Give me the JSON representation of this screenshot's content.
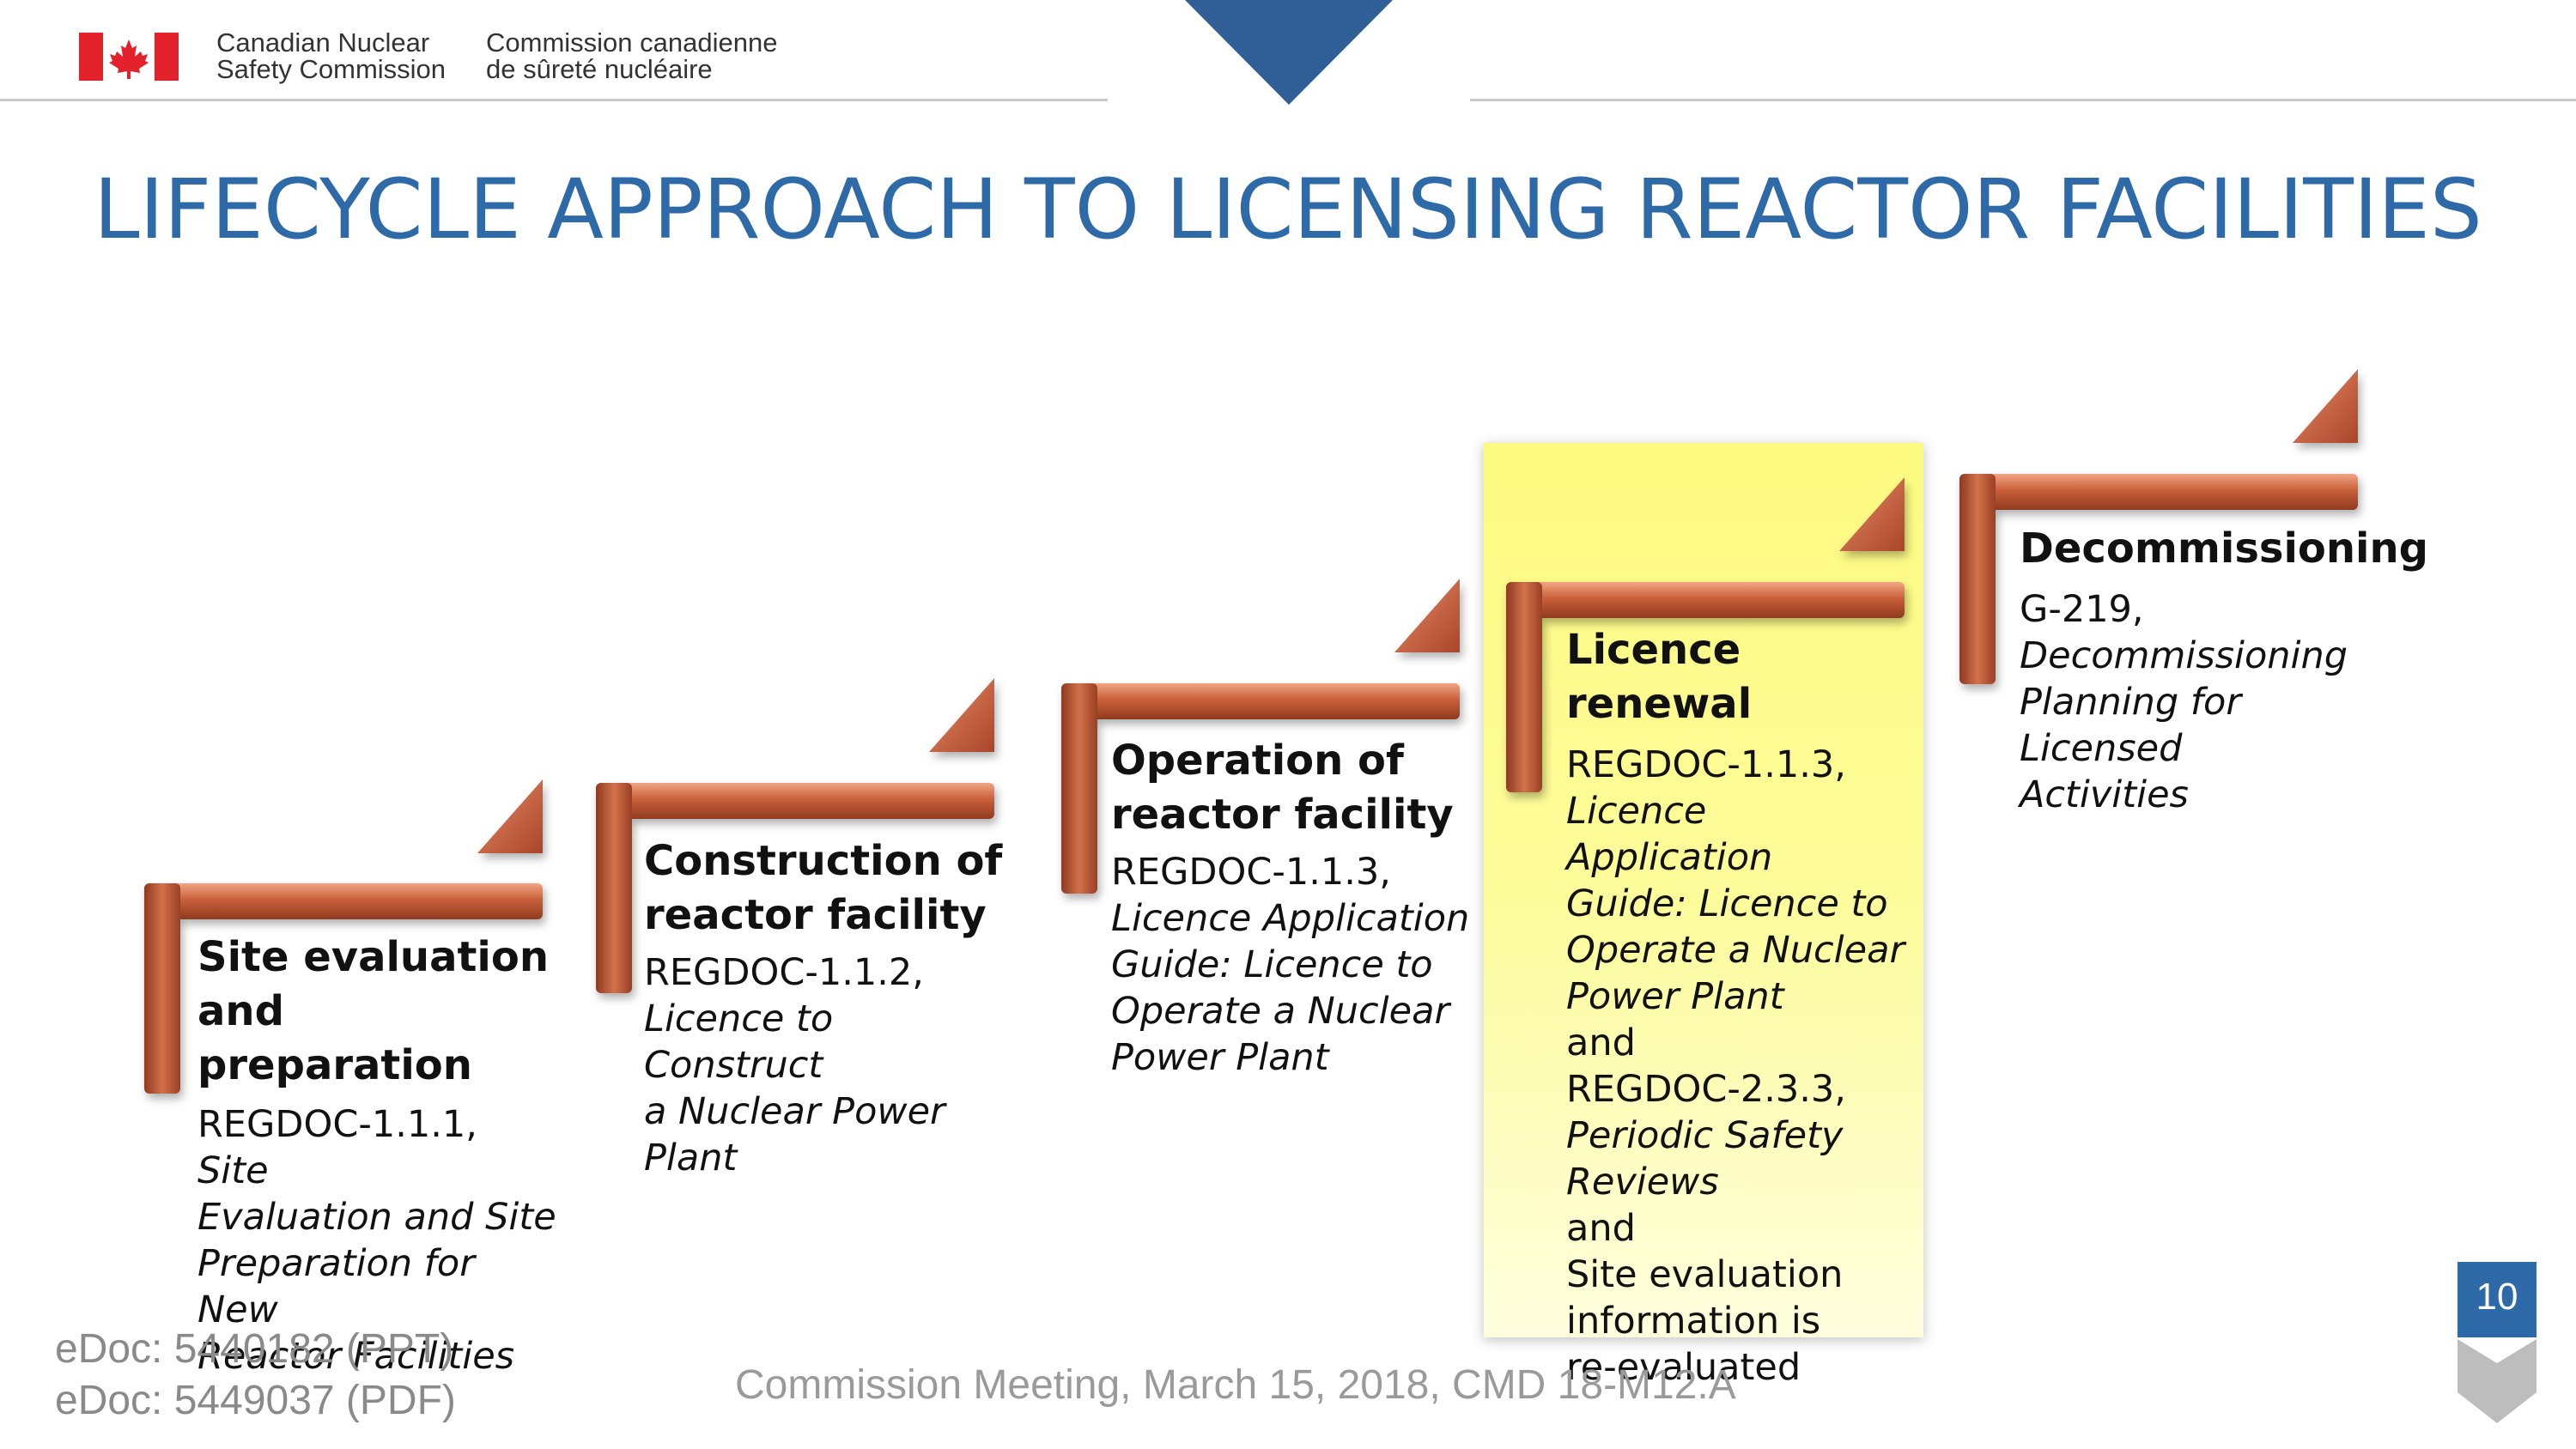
{
  "header": {
    "agency_en_line1": "Canadian Nuclear",
    "agency_en_line2": "Safety Commission",
    "agency_fr_line1": "Commission canadienne",
    "agency_fr_line2": "de sûreté nucléaire"
  },
  "title": "LIFECYCLE APPROACH TO LICENSING REACTOR FACILITIES",
  "steps": [
    {
      "title_lines": [
        "Site evaluation",
        "and preparation"
      ],
      "body": [
        {
          "ref": "REGDOC-1.1.1, ",
          "doc": "Site"
        },
        {
          "ref": "",
          "doc": "Evaluation and Site"
        },
        {
          "ref": "",
          "doc": "Preparation for New"
        },
        {
          "ref": "",
          "doc": "Reactor Facilities"
        }
      ]
    },
    {
      "title_lines": [
        "Construction of",
        "reactor facility"
      ],
      "body": [
        {
          "ref": "REGDOC-1.1.2,",
          "doc": ""
        },
        {
          "ref": "",
          "doc": "Licence to Construct"
        },
        {
          "ref": "",
          "doc": "a Nuclear Power"
        },
        {
          "ref": "",
          "doc": "Plant"
        }
      ]
    },
    {
      "title_lines": [
        "Operation of",
        "reactor facility"
      ],
      "body": [
        {
          "ref": "REGDOC-1.1.3,",
          "doc": ""
        },
        {
          "ref": "",
          "doc": "Licence Application"
        },
        {
          "ref": "",
          "doc": "Guide: Licence to"
        },
        {
          "ref": "",
          "doc": "Operate a Nuclear"
        },
        {
          "ref": "",
          "doc": "Power Plant"
        }
      ]
    },
    {
      "title_lines": [
        "Licence renewal"
      ],
      "body": [
        {
          "ref": "REGDOC-1.1.3,",
          "doc": ""
        },
        {
          "ref": "",
          "doc": "Licence Application"
        },
        {
          "ref": "",
          "doc": "Guide: Licence to"
        },
        {
          "ref": "",
          "doc": "Operate a Nuclear"
        },
        {
          "ref": "",
          "doc": "Power Plant"
        },
        {
          "ref": "and",
          "doc": ""
        },
        {
          "ref": "REGDOC-2.3.3,",
          "doc": ""
        },
        {
          "ref": "",
          "doc": "Periodic Safety"
        },
        {
          "ref": "",
          "doc": "Reviews"
        },
        {
          "ref": "and",
          "doc": ""
        },
        {
          "ref": "Site evaluation",
          "doc": ""
        },
        {
          "ref": "information is",
          "doc": ""
        },
        {
          "ref": "re-evaluated",
          "doc": ""
        }
      ]
    },
    {
      "title_lines": [
        "Decommissioning"
      ],
      "body": [
        {
          "ref": "G-219, ",
          "doc": "Decommissioning"
        },
        {
          "ref": "",
          "doc": "Planning for Licensed"
        },
        {
          "ref": "",
          "doc": "Activities"
        }
      ]
    }
  ],
  "footer": {
    "edoc_ppt": "eDoc: 5440182 (PPT)",
    "edoc_pdf": "eDoc: 5449037 (PDF)",
    "meeting": "Commission Meeting, March 15, 2018, CMD 18-M12.A",
    "page_number": "10"
  },
  "colors": {
    "title_blue": "#2f6aa8",
    "step_copper": "#c8613c",
    "highlight_yellow": "#fdfa80",
    "flag_red": "#e3222b"
  }
}
